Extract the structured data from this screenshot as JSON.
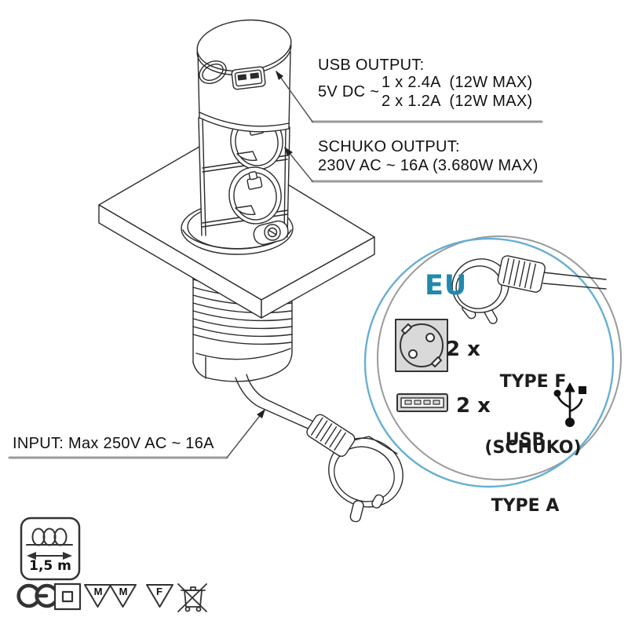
{
  "annotations": {
    "usb": {
      "title": "USB OUTPUT:",
      "prefix": "5V DC ~",
      "line1": "1 x 2.4A  (12W MAX)",
      "line2": "2 x 1.2A  (12W MAX)"
    },
    "schuko": {
      "title": "SCHUKO OUTPUT:",
      "detail": "230V AC ~ 16A (3.680W MAX)"
    },
    "input": {
      "label": "INPUT: Max 250V AC ~ 16A"
    }
  },
  "inset": {
    "region": "EU",
    "rows": [
      {
        "qty": "2 x",
        "line1": "TYPE F",
        "line2": "(SCHUKO)",
        "icon": "schuko-socket-icon"
      },
      {
        "qty": "2 x",
        "line1": "USB",
        "line2": "TYPE A",
        "icon": "usb-port-icon"
      }
    ]
  },
  "cable": {
    "length_label": "1,5 m"
  },
  "marks": {
    "triangle_letters": [
      "M",
      "M",
      "F"
    ],
    "icons": [
      "ce-mark",
      "class-ii-double-insulation",
      "triangle-M",
      "triangle-M",
      "triangle-F",
      "weee-crossed-bin"
    ]
  },
  "colors": {
    "line": "#2b2b2b",
    "callout_gray": "#9a9a9a",
    "leader": "#444444",
    "inset_blue": "#66afd3",
    "inset_gray": "#9a9a9a",
    "eu_blue": "#2288ad",
    "icon_fill": "#d9d9d9"
  }
}
